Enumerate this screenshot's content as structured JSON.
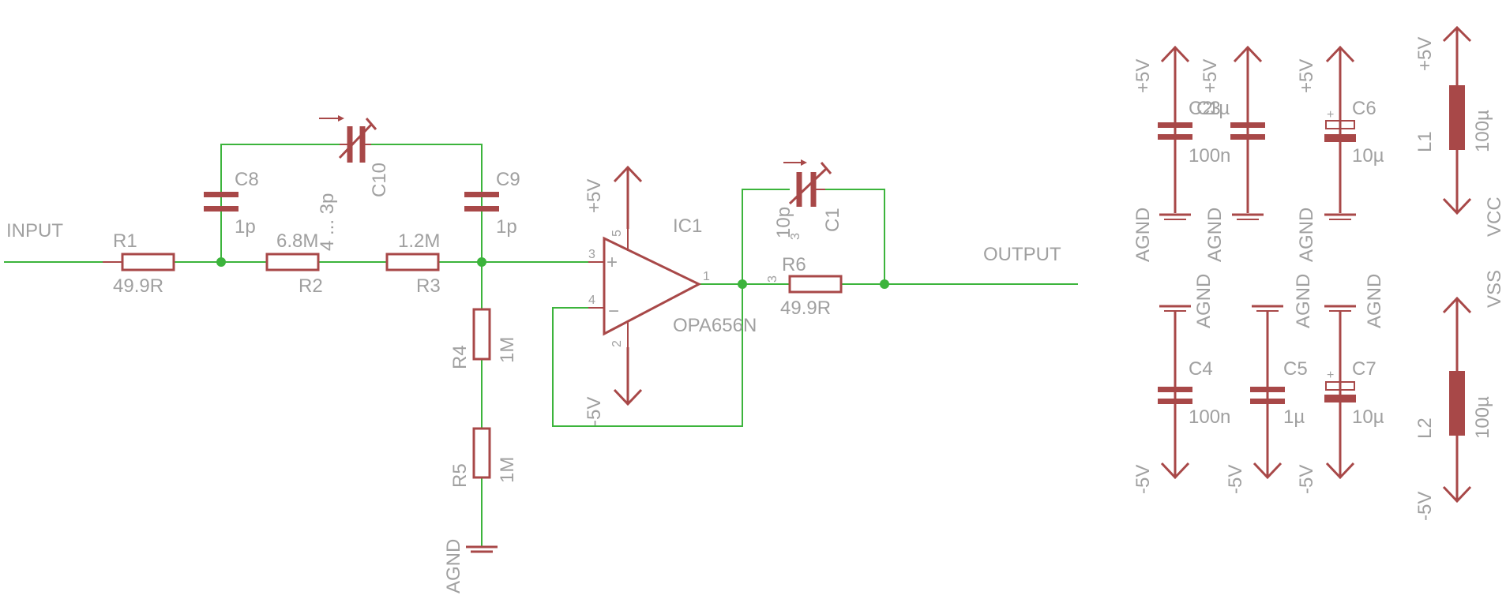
{
  "net_labels": {
    "input": "INPUT",
    "output": "OUTPUT",
    "pos5v": "+5V",
    "neg5v": "-5V",
    "agnd": "AGND",
    "vcc": "VCC",
    "vss": "VSS"
  },
  "components": {
    "r1": {
      "name": "R1",
      "value": "49.9R"
    },
    "r2": {
      "name": "R2",
      "value": "6.8M"
    },
    "r3": {
      "name": "R3",
      "value": "1.2M"
    },
    "r4": {
      "name": "R4",
      "value": "1M"
    },
    "r5": {
      "name": "R5",
      "value": "1M"
    },
    "r6": {
      "name": "R6",
      "value": "49.9R"
    },
    "c1": {
      "name": "C1",
      "value": "10p"
    },
    "c2": {
      "name": "C2",
      "value": "100n"
    },
    "c3": {
      "name": "C3",
      "value": "1µ"
    },
    "c4": {
      "name": "C4",
      "value": "100n"
    },
    "c5": {
      "name": "C5",
      "value": "1µ"
    },
    "c6": {
      "name": "C6",
      "value": "10µ"
    },
    "c7": {
      "name": "C7",
      "value": "10µ"
    },
    "c8": {
      "name": "C8",
      "value": "1p"
    },
    "c9": {
      "name": "C9",
      "value": "1p"
    },
    "c10": {
      "name": "C10",
      "value": "4 ... 3p"
    },
    "l1": {
      "name": "L1",
      "value": "100µ"
    },
    "l2": {
      "name": "L2",
      "value": "100µ"
    },
    "ic1": {
      "name": "IC1",
      "value": "OPA656N"
    }
  },
  "pins": {
    "ic1_in_pos": "3",
    "ic1_in_neg": "4",
    "ic1_out": "1",
    "ic1_vpos": "5",
    "ic1_vneg": "2",
    "r6_pin": "3",
    "c1_pin": "3",
    "plus": "+",
    "minus": "−"
  },
  "colors": {
    "wire": "#3cb43c",
    "symbol": "#a84848",
    "label": "#a0a0a0",
    "background": "#ffffff"
  }
}
